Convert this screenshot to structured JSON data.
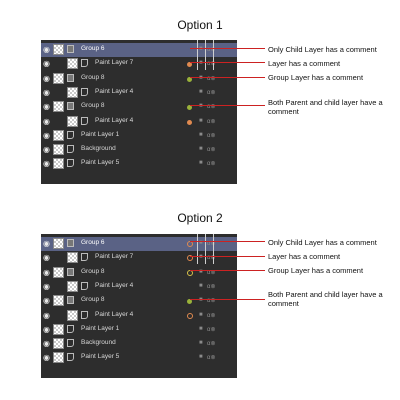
{
  "option1": {
    "title": "Option 1",
    "layers": [
      {
        "name": "Group 6",
        "indent": 0,
        "type": "group",
        "selected": true,
        "marker": "none"
      },
      {
        "name": "Paint Layer 7",
        "indent": 1,
        "type": "paint",
        "selected": false,
        "marker": "filled-orange"
      },
      {
        "name": "Group 8",
        "indent": 0,
        "type": "group",
        "selected": false,
        "marker": "filled-green"
      },
      {
        "name": "Paint Layer 4",
        "indent": 1,
        "type": "paint",
        "selected": false,
        "marker": "none"
      },
      {
        "name": "Group 8",
        "indent": 0,
        "type": "group",
        "selected": false,
        "marker": "filled-green"
      },
      {
        "name": "Paint Layer 4",
        "indent": 1,
        "type": "paint",
        "selected": false,
        "marker": "filled-orange"
      },
      {
        "name": "Paint Layer 1",
        "indent": 0,
        "type": "paint",
        "selected": false,
        "marker": "none"
      },
      {
        "name": "Background",
        "indent": 0,
        "type": "paint",
        "selected": false,
        "marker": "none"
      },
      {
        "name": "Paint Layer 5",
        "indent": 0,
        "type": "paint",
        "selected": false,
        "marker": "none"
      }
    ],
    "notes": [
      "Only Child Layer has a comment",
      "Layer has a comment",
      "Group Layer has a comment",
      "Both Parent and child layer have a comment"
    ]
  },
  "option2": {
    "title": "Option 2",
    "layers": [
      {
        "name": "Group 6",
        "indent": 0,
        "type": "group",
        "selected": true,
        "marker": "ring-orange"
      },
      {
        "name": "Paint Layer 7",
        "indent": 1,
        "type": "paint",
        "selected": false,
        "marker": "ring-orange"
      },
      {
        "name": "Group 8",
        "indent": 0,
        "type": "group",
        "selected": false,
        "marker": "ring-yellow"
      },
      {
        "name": "Paint Layer 4",
        "indent": 1,
        "type": "paint",
        "selected": false,
        "marker": "none"
      },
      {
        "name": "Group 8",
        "indent": 0,
        "type": "group",
        "selected": false,
        "marker": "filled-green"
      },
      {
        "name": "Paint Layer 4",
        "indent": 1,
        "type": "paint",
        "selected": false,
        "marker": "ring-orange"
      },
      {
        "name": "Paint Layer 1",
        "indent": 0,
        "type": "paint",
        "selected": false,
        "marker": "none"
      },
      {
        "name": "Background",
        "indent": 0,
        "type": "paint",
        "selected": false,
        "marker": "none"
      },
      {
        "name": "Paint Layer 5",
        "indent": 0,
        "type": "paint",
        "selected": false,
        "marker": "none"
      }
    ],
    "notes": [
      "Only Child Layer has a comment",
      "Layer has a comment",
      "Group Layer has a comment",
      "Both Parent and child layer have a comment"
    ]
  },
  "icons": {
    "visibility": "eye-icon",
    "lock": "lock-icon",
    "alpha": "alpha-icon"
  },
  "colors": {
    "panel": "#2d2d2d",
    "selected": "#5a6285",
    "arrow": "#cc2222",
    "orange": "#e08a50",
    "green": "#9ab23a",
    "yellow": "#d8c24a"
  }
}
